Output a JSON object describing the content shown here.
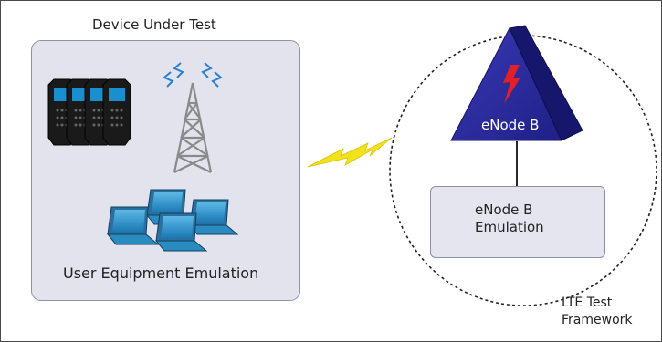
{
  "diagram": {
    "dut_title": "Device Under Test",
    "ue_label": "User Equipment Emulation",
    "enodeb_label": "eNode B",
    "enodeb_emulation_line1": "eNode B",
    "enodeb_emulation_line2": "Emulation",
    "lte_framework_line1": "LTE Test",
    "lte_framework_line2": "Framework"
  },
  "colors": {
    "dut_box_fill": "#e3e3ee",
    "emulation_box_fill": "#e5e5f0",
    "enodeb_pyramid": "#2a2a9e",
    "bolt": "#f2e21c",
    "enodeb_bolt": "#e0202a",
    "phone_screen": "#1a8fd0",
    "laptop_body": "#2a8bc0"
  },
  "icons": [
    "mobile-phone-icon",
    "cell-tower-icon",
    "laptop-icon",
    "lightning-bolt-icon",
    "enodeb-pyramid-icon"
  ]
}
